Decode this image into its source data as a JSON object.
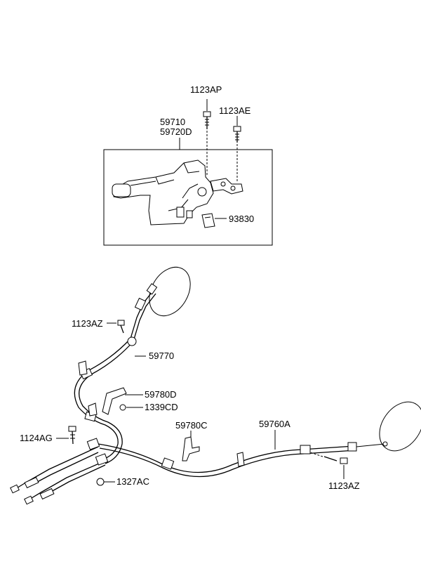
{
  "labels": {
    "p1123AP": "1123AP",
    "p1123AE": "1123AE",
    "p59710": "59710",
    "p59720D": "59720D",
    "p93830": "93830",
    "p1123AZ_top": "1123AZ",
    "p59770": "59770",
    "p59780D": "59780D",
    "p1339CD": "1339CD",
    "p1124AG": "1124AG",
    "p59780C": "59780C",
    "p59760A": "59760A",
    "p1327AC": "1327AC",
    "p1123AZ_bottom": "1123AZ"
  }
}
